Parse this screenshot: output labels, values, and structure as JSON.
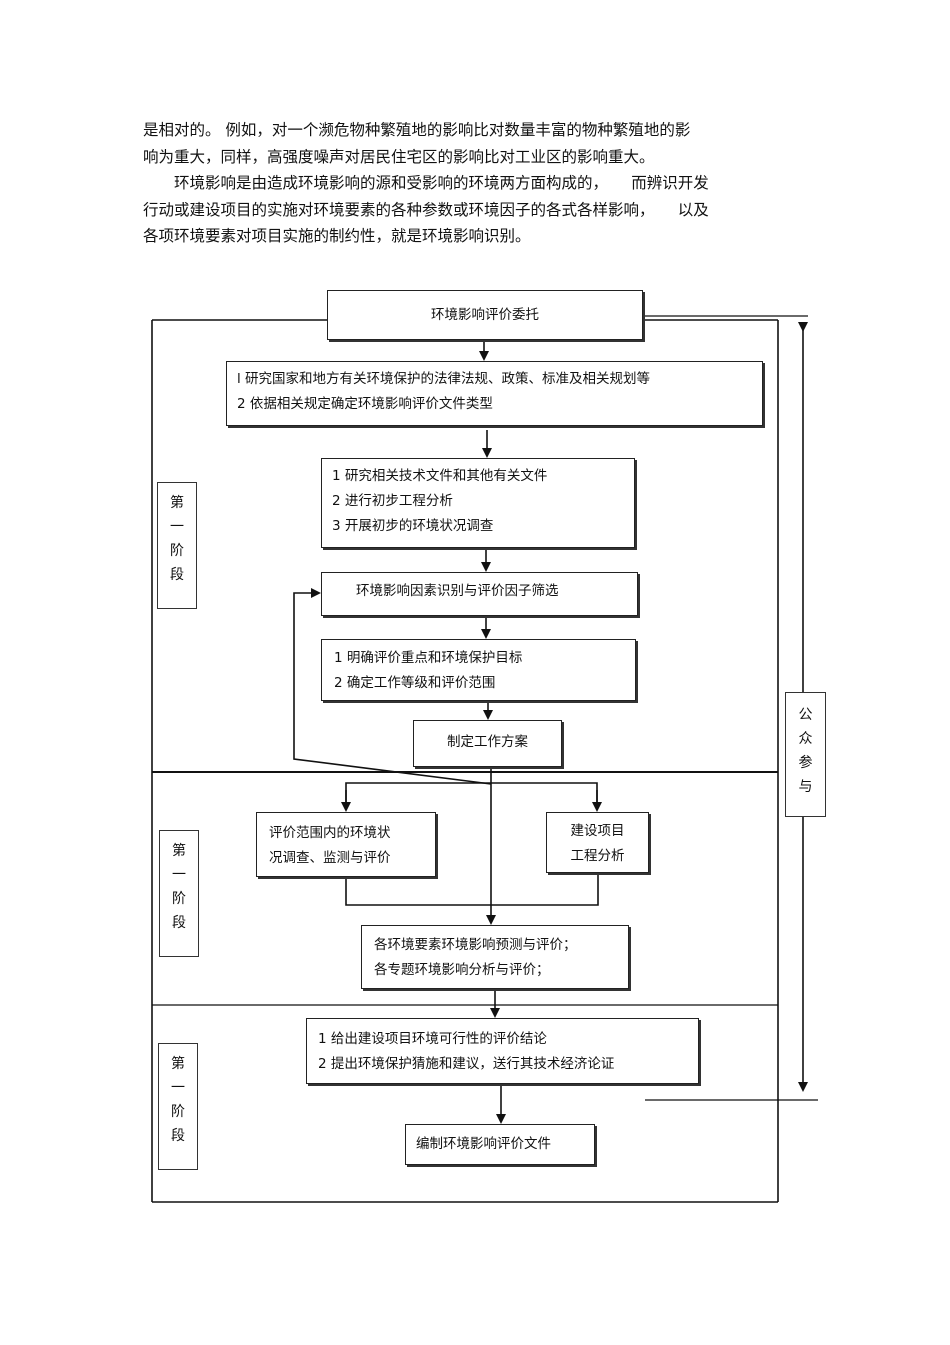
{
  "paragraph": {
    "lines": [
      "是相对的。 例如，对一个濒危物种繁殖地的影响比对数量丰富的物种繁殖地的影",
      "响为重大，同样，高强度噪声对居民住宅区的影响比对工业区的影响重大。",
      "环境影响是由造成环境影响的源和受影响的环境两方面构成的，　　而辨识开发",
      "行动或建设项目的实施对环境要素的各种参数或环境因子的各式各样影响，　　以及",
      "各项环境要素对项目实施的制约性，就是环境影响识别。"
    ]
  },
  "flowchart": {
    "top_box": "环境影响评价委托",
    "box_laws": [
      "l 研究国家和地方有关环境保护的法律法规、政策、标准及相关规划等",
      "2 依据相关规定确定环境影响评价文件类型"
    ],
    "box_research": [
      "1  研究相关技术文件和其他有关文件",
      "2  进行初步工程分析",
      "3  开展初步的环境状况调查"
    ],
    "box_identify": "环境影响因素识别与评价因子筛选",
    "box_focus": [
      "1  明确评价重点和环境保护目标",
      "2  确定工作等级和评价范围"
    ],
    "box_plan": "制定工作方案",
    "box_survey": [
      "评价范围内的环境状",
      "况调查、监测与评价"
    ],
    "box_engineering": [
      "建设项目",
      "工程分析"
    ],
    "box_predict": [
      "各环境要素环境影响预测与评价；",
      "各专题环境影响分析与评价；"
    ],
    "box_conclusion": [
      "1 给出建设项目环境可行性的评价结论",
      "2 提出环境保护猜施和建议，送行其技术经济论证"
    ],
    "box_final": "编制环境影响评价文件",
    "stage_labels": [
      [
        "第",
        "一",
        "阶",
        "段"
      ],
      [
        "第",
        "一",
        "阶",
        "段"
      ],
      [
        "第",
        "一",
        "阶",
        "段"
      ]
    ],
    "public_participation": [
      "公",
      "众",
      "参",
      "与"
    ]
  }
}
